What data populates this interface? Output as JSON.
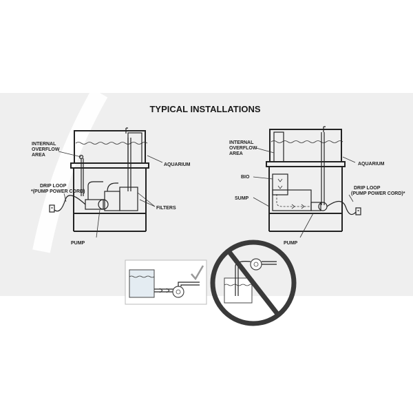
{
  "title": "TYPICAL INSTALLATIONS",
  "left": {
    "internal_overflow": [
      "INTERNAL",
      "OVERFLOW",
      "AREA"
    ],
    "aquarium": "AQUARIUM",
    "drip_loop": [
      "DRIP LOOP",
      "*(PUMP POWER CORD)"
    ],
    "filters": "FILTERS",
    "pump": "PUMP"
  },
  "right": {
    "internal_overflow": [
      "INTERNAL",
      "OVERFLOW",
      "AREA"
    ],
    "aquarium": "AQUARIUM",
    "bio": "BIO",
    "sump": "SUMP",
    "drip_loop": [
      "DRIP LOOP",
      "(PUMP POWER CORD)*"
    ],
    "pump": "PUMP"
  },
  "colors": {
    "panel": "#efefef",
    "line": "#222222",
    "prohibited": "#3a3a3a",
    "water": "#e4ecf2"
  },
  "icons": {
    "correct": "check-icon",
    "incorrect": "prohibited-icon"
  }
}
